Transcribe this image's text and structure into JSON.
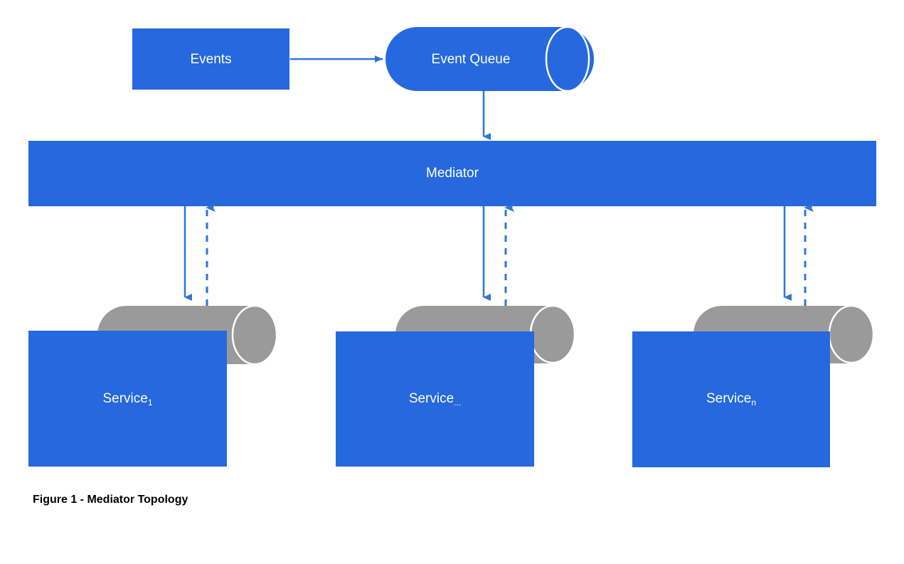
{
  "figure": {
    "caption": "Figure 1 - Mediator Topology",
    "background": "#ffffff"
  },
  "colors": {
    "primary_blue": "#2668DE",
    "arrow_blue": "#2D76D9",
    "cylinder_gray": "#9A9A9A",
    "cylinder_outline": "#ffffff",
    "label_text": "#ffffff",
    "caption_text": "#000000"
  },
  "nodes": {
    "events": {
      "label": "Events",
      "shape": "rectangle",
      "fill": "#2668DE"
    },
    "event_queue": {
      "label": "Event Queue",
      "shape": "cylinder-horizontal",
      "fill": "#2668DE"
    },
    "mediator": {
      "label": "Mediator",
      "shape": "rectangle",
      "fill": "#2668DE"
    },
    "services": [
      {
        "label_base": "Service",
        "label_sub": "1",
        "shape": "rectangle-with-cylinder",
        "box_fill": "#2668DE",
        "cylinder_fill": "#9A9A9A"
      },
      {
        "label_base": "Service",
        "label_sub": "...",
        "shape": "rectangle-with-cylinder",
        "box_fill": "#2668DE",
        "cylinder_fill": "#9A9A9A"
      },
      {
        "label_base": "Service",
        "label_sub": "n",
        "shape": "rectangle-with-cylinder",
        "box_fill": "#2668DE",
        "cylinder_fill": "#9A9A9A"
      }
    ]
  },
  "edges": [
    {
      "name": "events-to-event-queue",
      "from": "events",
      "to": "event_queue",
      "style": "solid",
      "direction": "right"
    },
    {
      "name": "event-queue-to-mediator",
      "from": "event_queue",
      "to": "mediator",
      "style": "solid",
      "direction": "down"
    },
    {
      "name": "mediator-to-service-1",
      "from": "mediator",
      "to": "service_1",
      "style": "solid",
      "direction": "down"
    },
    {
      "name": "service-1-to-mediator",
      "from": "service_1",
      "to": "mediator",
      "style": "dashed",
      "direction": "up"
    },
    {
      "name": "mediator-to-service-mid",
      "from": "mediator",
      "to": "service_mid",
      "style": "solid",
      "direction": "down"
    },
    {
      "name": "service-mid-to-mediator",
      "from": "service_mid",
      "to": "mediator",
      "style": "dashed",
      "direction": "up"
    },
    {
      "name": "mediator-to-service-n",
      "from": "mediator",
      "to": "service_n",
      "style": "solid",
      "direction": "down"
    },
    {
      "name": "service-n-to-mediator",
      "from": "service_n",
      "to": "mediator",
      "style": "dashed",
      "direction": "up"
    }
  ]
}
